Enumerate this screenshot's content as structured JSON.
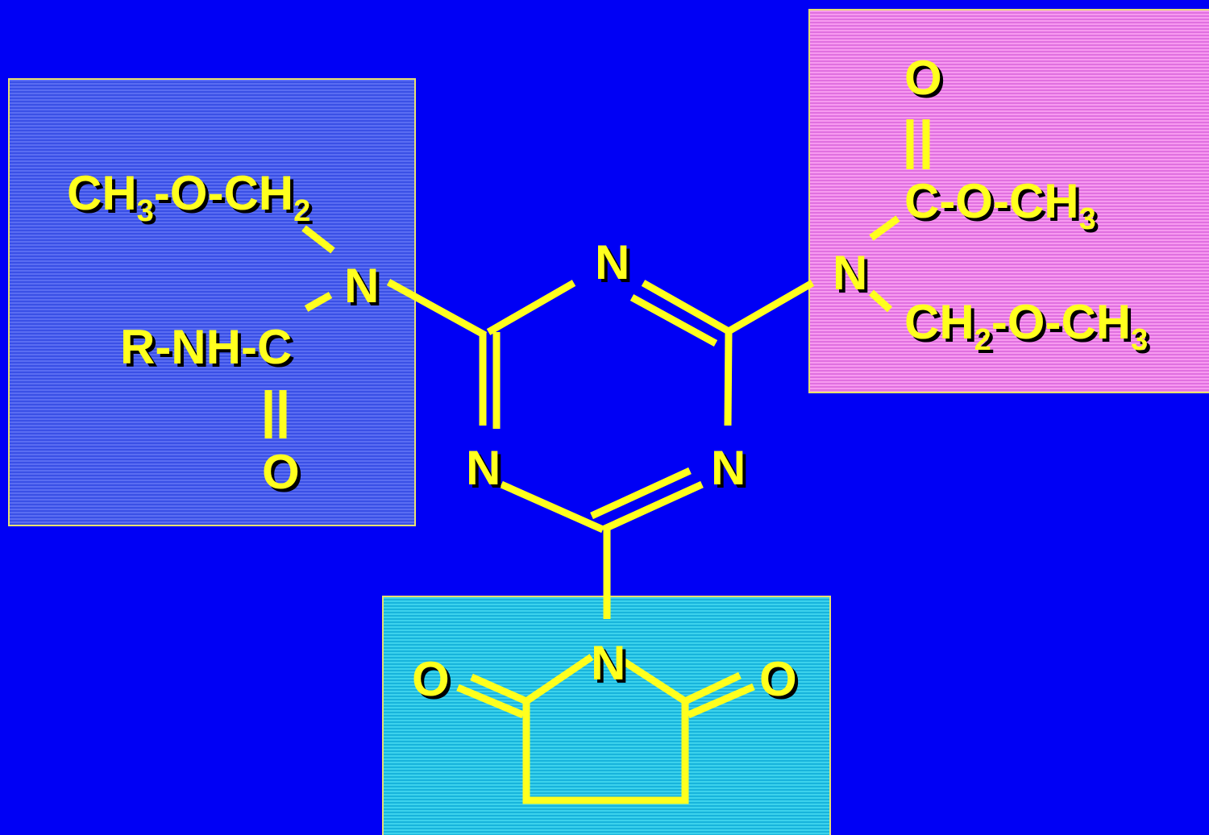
{
  "left_group": {
    "top_formula": [
      "CH",
      "3",
      "-O-CH",
      "2"
    ],
    "nitrogen": "N",
    "carbonyl_carbon": "R-NH-C",
    "double_bond": "||",
    "oxygen": "O"
  },
  "triazine": {
    "n_top": "N",
    "n_left": "N",
    "n_right": "N"
  },
  "right_group": {
    "oxygen": "O",
    "double_bond": "||",
    "ester": [
      "C-O-CH",
      "3"
    ],
    "nitrogen": "N",
    "ether": [
      "CH",
      "2",
      "-O-CH",
      "3"
    ]
  },
  "bottom_group": {
    "nitrogen": "N",
    "oxygen_left": "O",
    "oxygen_right": "O"
  },
  "colors": {
    "background": "#0000f5",
    "foreground": "#ffff1e",
    "left_box": "#4a5ff0",
    "right_box": "#f085ea",
    "bottom_box": "#2cc4e6"
  }
}
